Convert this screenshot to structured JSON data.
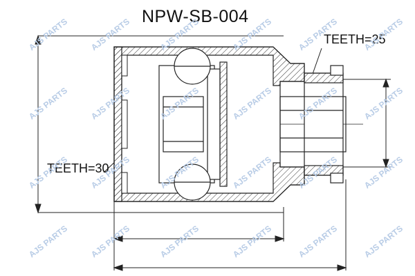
{
  "part_number": "NPW-SB-004",
  "teeth_outer": "TEETH=25",
  "teeth_inner": "TEETH=30",
  "watermark": {
    "text": "AJS PARTS",
    "color": "#b8cce6"
  },
  "colors": {
    "line": "#222222",
    "hatch": "#333333",
    "background": "#ffffff"
  }
}
